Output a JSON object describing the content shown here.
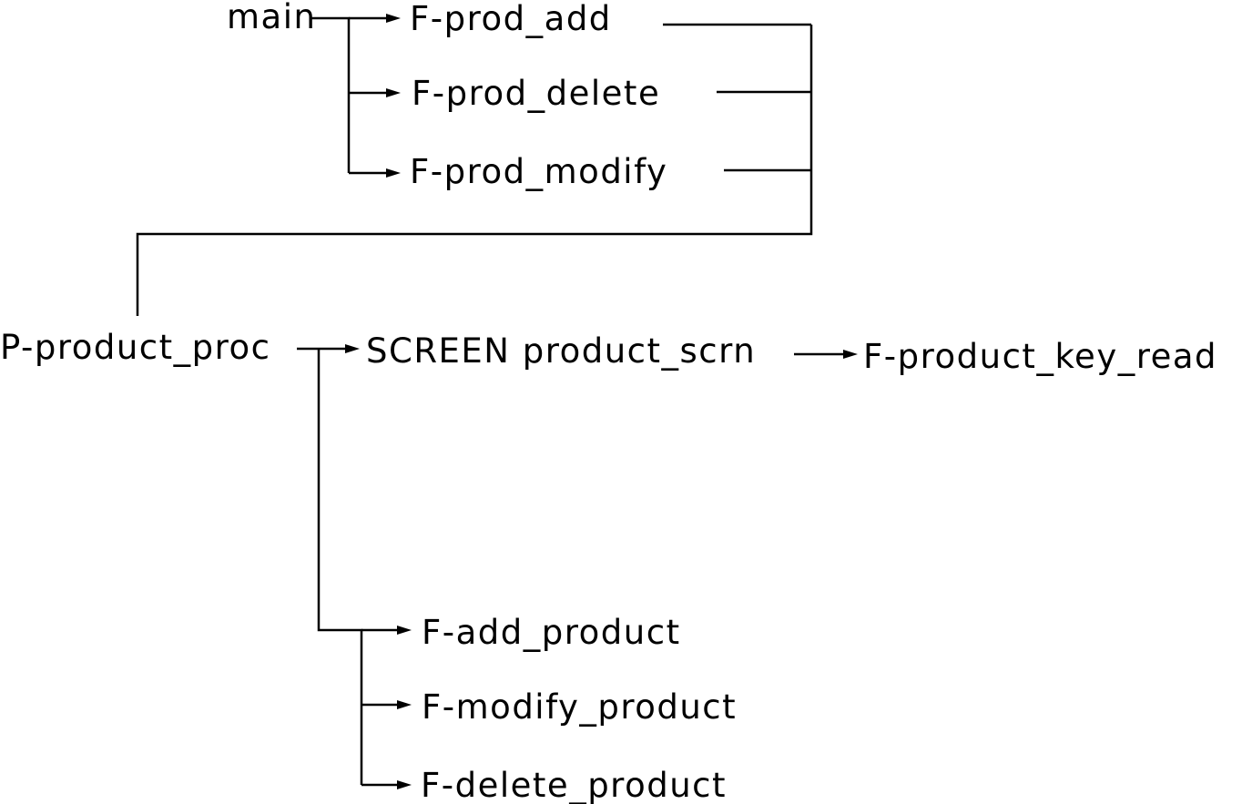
{
  "diagram": {
    "nodes": {
      "main": "main",
      "prod_add": "F-prod_add",
      "prod_delete": "F-prod_delete",
      "prod_modify": "F-prod_modify",
      "product_proc": "P-product_proc",
      "screen": "SCREEN product_scrn",
      "key_read": "F-product_key_read",
      "add_product": "F-add_product",
      "modify_product": "F-modify_product",
      "delete_product": "F-delete_product"
    },
    "edges": [
      {
        "from": "main",
        "to": "prod_add"
      },
      {
        "from": "main",
        "to": "prod_delete"
      },
      {
        "from": "main",
        "to": "prod_modify"
      },
      {
        "from": "prod_add",
        "to": "product_proc"
      },
      {
        "from": "prod_delete",
        "to": "product_proc"
      },
      {
        "from": "prod_modify",
        "to": "product_proc"
      },
      {
        "from": "product_proc",
        "to": "screen"
      },
      {
        "from": "screen",
        "to": "key_read"
      },
      {
        "from": "product_proc",
        "to": "add_product"
      },
      {
        "from": "product_proc",
        "to": "modify_product"
      },
      {
        "from": "product_proc",
        "to": "delete_product"
      }
    ],
    "colors": {
      "line": "#000000",
      "text": "#000000",
      "background": "#ffffff"
    }
  }
}
